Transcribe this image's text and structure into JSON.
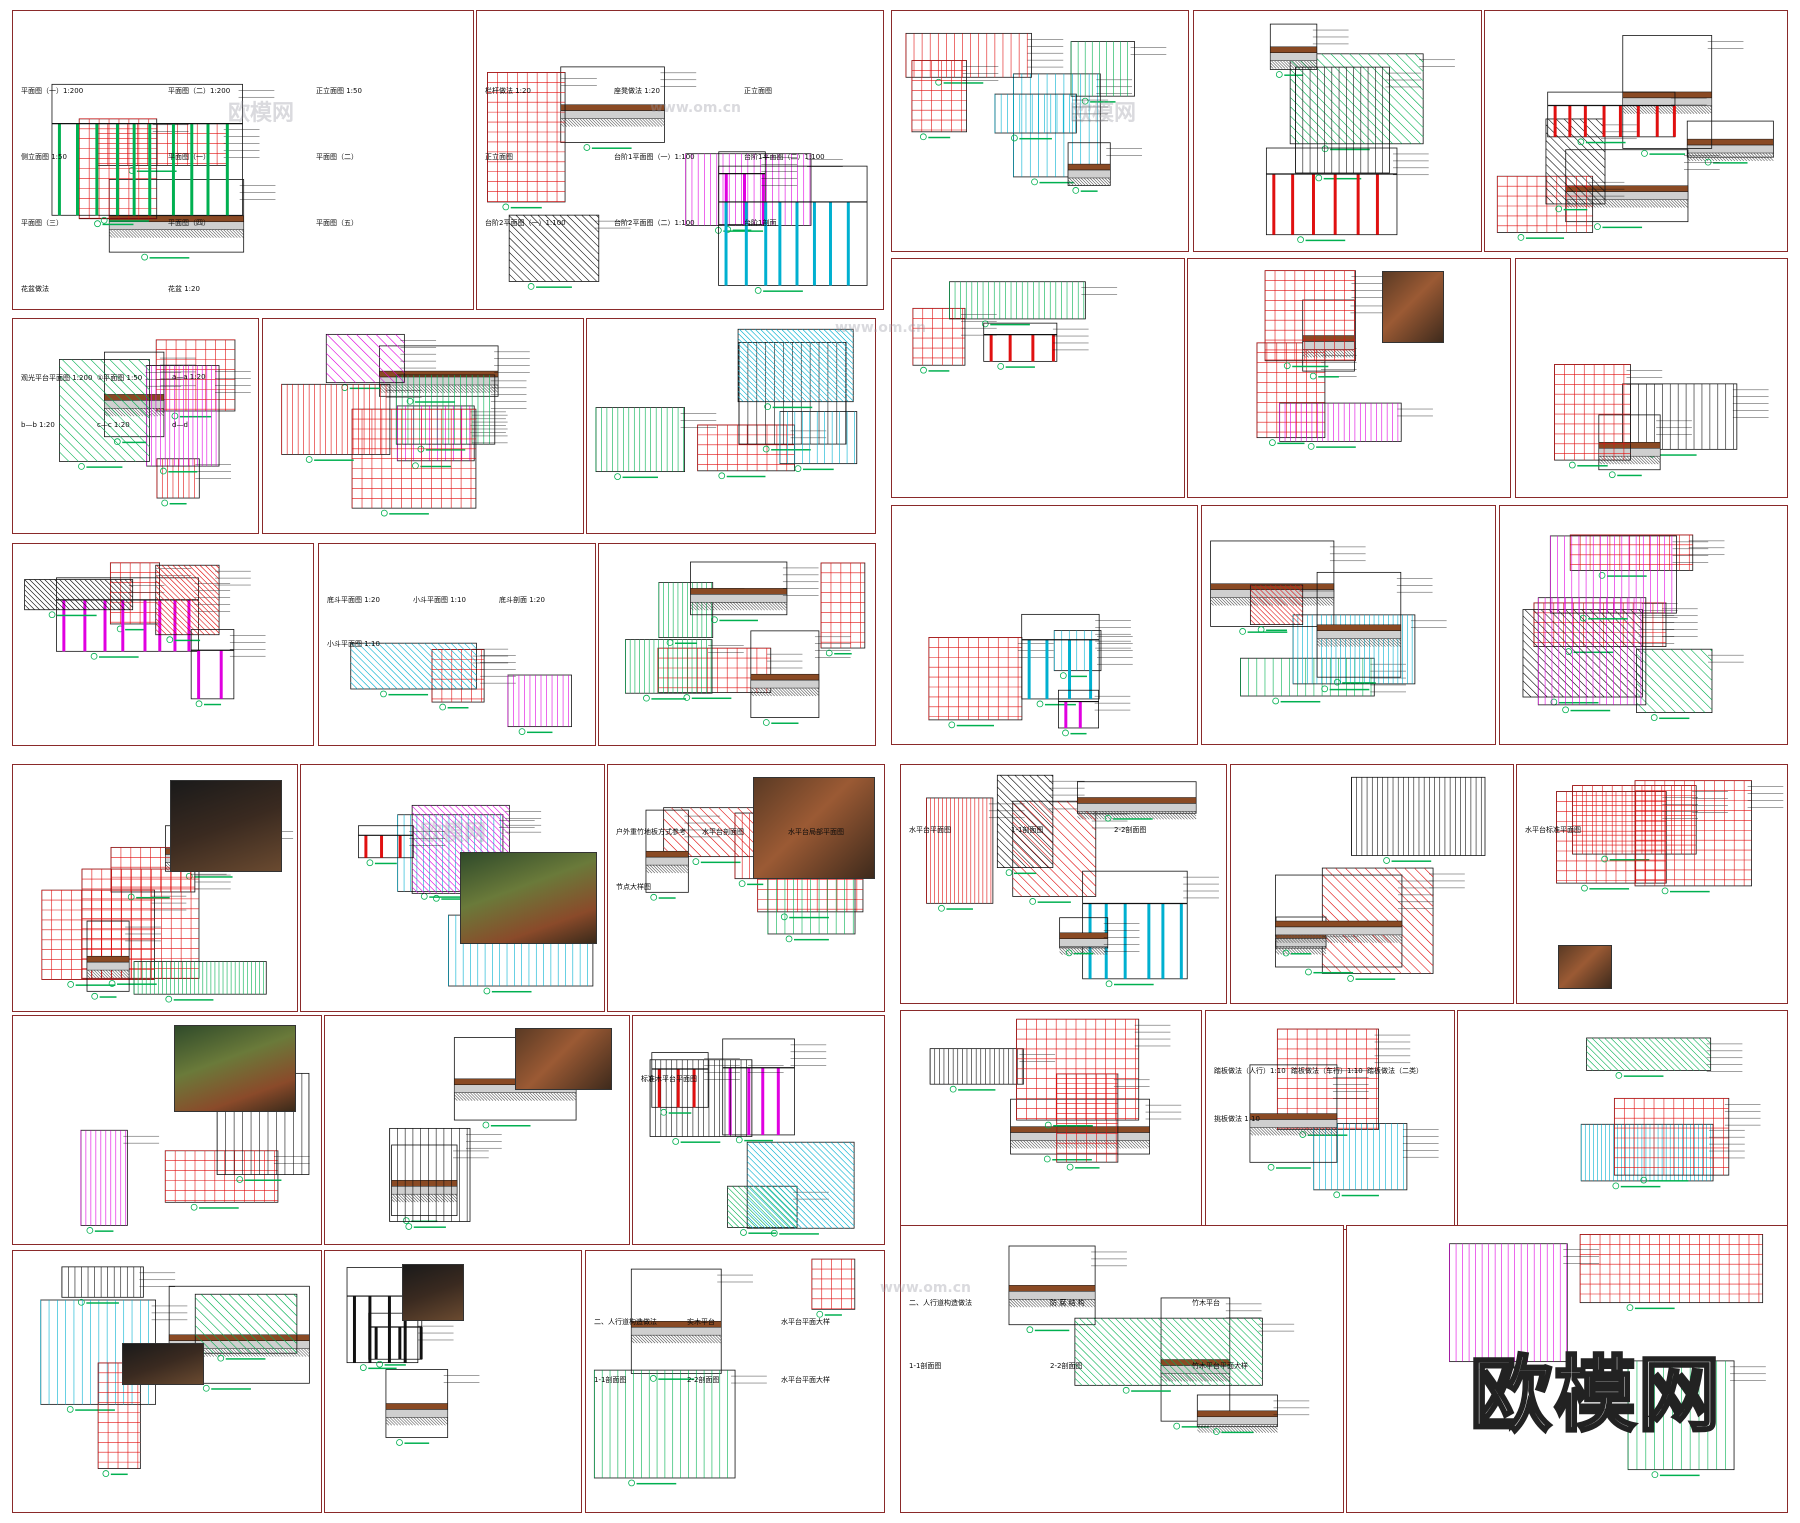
{
  "watermark": "欧模网",
  "faint_marks": [
    "欧模网",
    "www.om.cn",
    "欧模网",
    "www.om.cn",
    "欧模网",
    "www.om.cn"
  ],
  "colors": {
    "border": "#8a2a2a",
    "line_green": "#00b050",
    "line_magenta": "#e000e0",
    "line_red": "#e01010",
    "line_cyan": "#00b0d0",
    "wood": "#8a4a24"
  },
  "sheets": [
    {
      "id": "s1",
      "captions": [
        "平面图（一）1:200",
        "平面图（二）1:200",
        "正立面图 1:50",
        "侧立面图 1:50",
        "平面图（一）",
        "平面图（二）",
        "平面图（三）",
        "平面图（四）",
        "平面图（五）",
        "花盆做法",
        "花盆 1:20"
      ]
    },
    {
      "id": "s2",
      "captions": [
        "栏杆做法 1:20",
        "座凳做法 1:20",
        "正立面图",
        "正立面图",
        "台阶1平面图（一）1:100",
        "台阶1平面图（二）1:100",
        "台阶2平面图（一）1:100",
        "台阶2平面图（二）1:100",
        "台阶1剖面"
      ]
    },
    {
      "id": "s3",
      "captions": []
    },
    {
      "id": "s4",
      "captions": []
    },
    {
      "id": "s5",
      "captions": []
    },
    {
      "id": "s6",
      "captions": [
        "观光平台平面图 1:200",
        "①平面图 1:50",
        "a—a 1:20",
        "b—b 1:20",
        "c—c 1:20",
        "d—d"
      ]
    },
    {
      "id": "s7",
      "captions": []
    },
    {
      "id": "s8",
      "captions": []
    },
    {
      "id": "s9",
      "captions": []
    },
    {
      "id": "s10",
      "captions": []
    },
    {
      "id": "s11",
      "captions": []
    },
    {
      "id": "s12",
      "captions": []
    },
    {
      "id": "s13",
      "captions": [
        "底斗平面图 1:20",
        "小斗平面图 1:10",
        "底斗剖面 1:20",
        "小斗平面图 1:10"
      ]
    },
    {
      "id": "s14",
      "captions": []
    },
    {
      "id": "s15",
      "captions": []
    },
    {
      "id": "s16",
      "captions": []
    },
    {
      "id": "s17",
      "captions": []
    },
    {
      "id": "s18",
      "captions": []
    },
    {
      "id": "s19",
      "captions": []
    },
    {
      "id": "s20",
      "captions": [
        "户外重竹地板方式参考",
        "水平台剖面图",
        "水平台局部平面图",
        "节点大样图"
      ]
    },
    {
      "id": "s21",
      "captions": [
        "水平台平面图",
        "1-1剖面图",
        "2-2剖面图"
      ]
    },
    {
      "id": "s22",
      "captions": []
    },
    {
      "id": "s23",
      "captions": [
        "水平台标准平面图"
      ]
    },
    {
      "id": "s24",
      "captions": []
    },
    {
      "id": "s25",
      "captions": []
    },
    {
      "id": "s26",
      "captions": [
        "标准木平台平面图"
      ]
    },
    {
      "id": "s27",
      "captions": []
    },
    {
      "id": "s28",
      "captions": [
        "踏板做法（人行）1:10",
        "踏板做法（车行）1:10",
        "踏板做法（二类）",
        "挑板做法 1:10"
      ]
    },
    {
      "id": "s29",
      "captions": []
    },
    {
      "id": "s30",
      "captions": []
    },
    {
      "id": "s31",
      "captions": []
    },
    {
      "id": "s32",
      "captions": [
        "二、人行道构造做法",
        "实木平台",
        "水平台平面大样",
        "1-1剖面图",
        "2-2剖面图",
        "水平台平面大样"
      ]
    },
    {
      "id": "s33",
      "captions": [
        "二、人行道构造做法",
        "防 腐 结 构",
        "竹木平台",
        "1-1剖面图",
        "2-2剖面图",
        "竹木平台平面大样"
      ]
    }
  ]
}
